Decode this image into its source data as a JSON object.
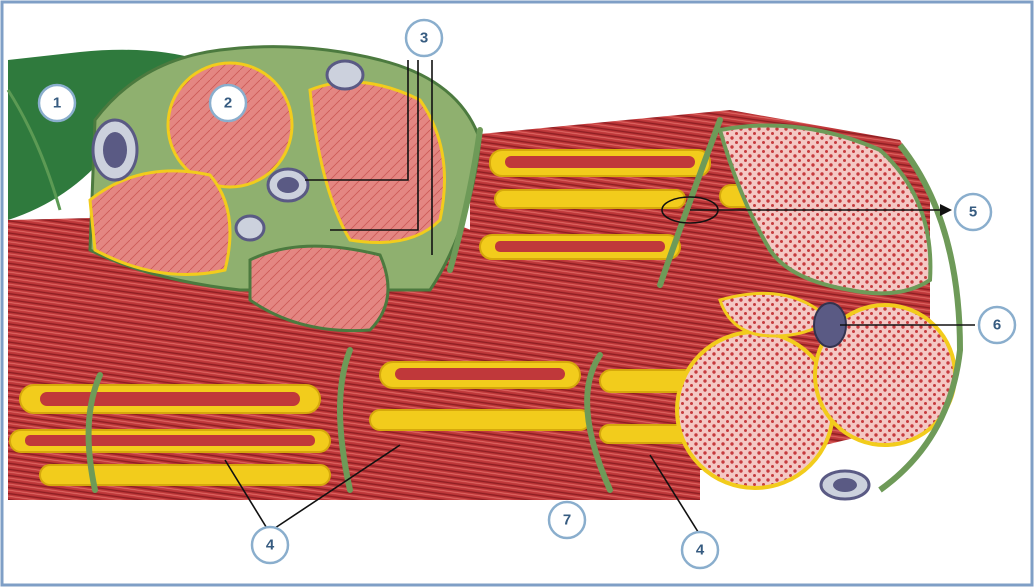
{
  "figure": {
    "labels": [
      {
        "id": "label-1",
        "text": "1"
      },
      {
        "id": "label-2",
        "text": "2"
      },
      {
        "id": "label-3",
        "text": "3"
      },
      {
        "id": "label-4a",
        "text": "4"
      },
      {
        "id": "label-4b",
        "text": "4"
      },
      {
        "id": "label-5",
        "text": "5"
      },
      {
        "id": "label-6",
        "text": "6"
      },
      {
        "id": "label-7",
        "text": "7"
      }
    ],
    "colors": {
      "background": "#ffffff",
      "frame": "#7f9fc6",
      "epimysium": "#2f7a3d",
      "connective_tissue": "#6e9a58",
      "muscle_fiber": "#c43b3b",
      "fiber_section": "#e27f7f",
      "capillary_network": "#f2cc1c",
      "nucleus": "#5a5a84",
      "label_text": "#365b80",
      "label_ring": "#8aaecd"
    }
  }
}
